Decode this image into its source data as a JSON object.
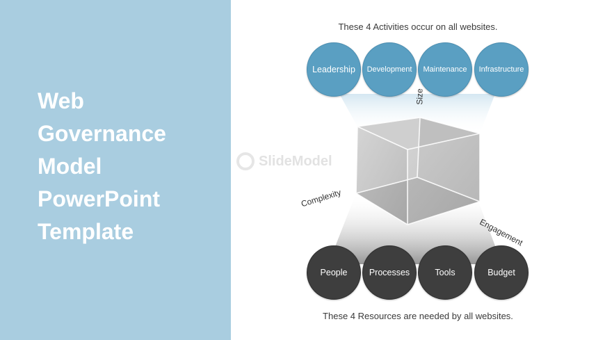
{
  "title_lines": [
    "Web",
    "Governance",
    "Model",
    "PowerPoint",
    "Template"
  ],
  "activities_caption": "These 4 Activities occur on all websites.",
  "resources_caption": "These 4 Resources are needed by all websites.",
  "activities": [
    "Leadership",
    "Development",
    "Maintenance",
    "Infrastructure"
  ],
  "resources": [
    "People",
    "Processes",
    "Tools",
    "Budget"
  ],
  "axes": {
    "size": "Size",
    "complexity": "Complexity",
    "engagement": "Engagement"
  },
  "watermark": "SlideModel",
  "colors": {
    "panel": "#a9cde0",
    "activity_circle": "#5a9fc2",
    "resource_circle": "#3e3e3e",
    "cube": "#c8c8c8"
  }
}
